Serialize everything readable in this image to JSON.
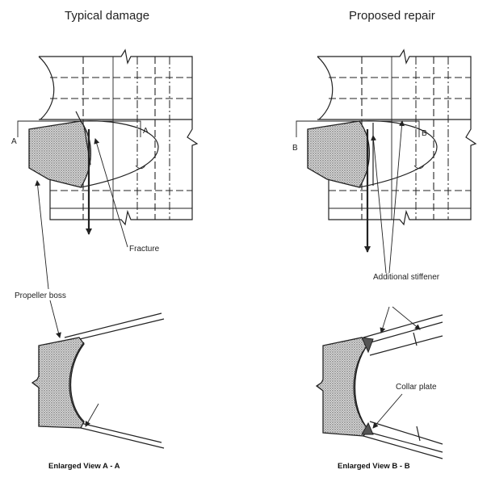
{
  "titles": {
    "left": "Typical damage",
    "right": "Proposed repair"
  },
  "labels": {
    "section_a": "A",
    "section_b": "B",
    "fracture": "Fracture",
    "propeller_boss": "Propeller boss",
    "additional_stiffener": "Additional stiffener",
    "collar_plate": "Collar plate"
  },
  "captions": {
    "left": "Enlarged View A - A",
    "right": "Enlarged View B - B"
  }
}
